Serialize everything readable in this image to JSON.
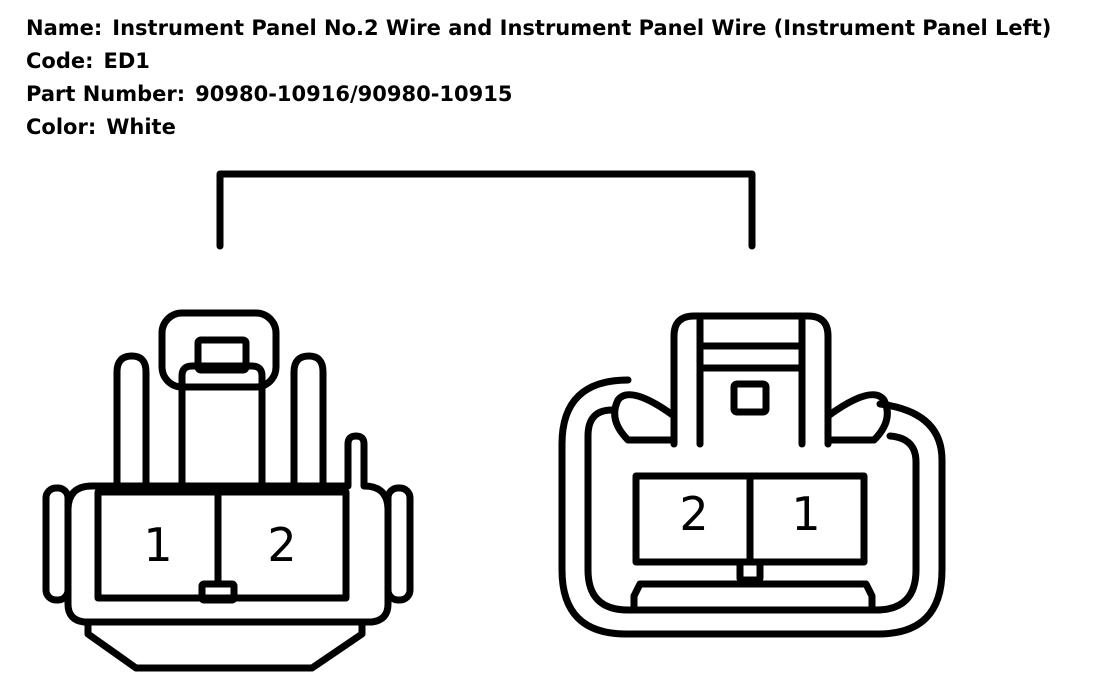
{
  "info": {
    "name_label": "Name:",
    "name_value": "Instrument Panel No.2 Wire and Instrument Panel Wire (Instrument Panel Left)",
    "code_label": "Code:",
    "code_value": "ED1",
    "part_label": "Part Number:",
    "part_value": "90980-10916/90980-10915",
    "color_label": "Color:",
    "color_value": "White"
  },
  "connector_left": {
    "pins": [
      "1",
      "2"
    ]
  },
  "connector_right": {
    "pins": [
      "2",
      "1"
    ]
  }
}
